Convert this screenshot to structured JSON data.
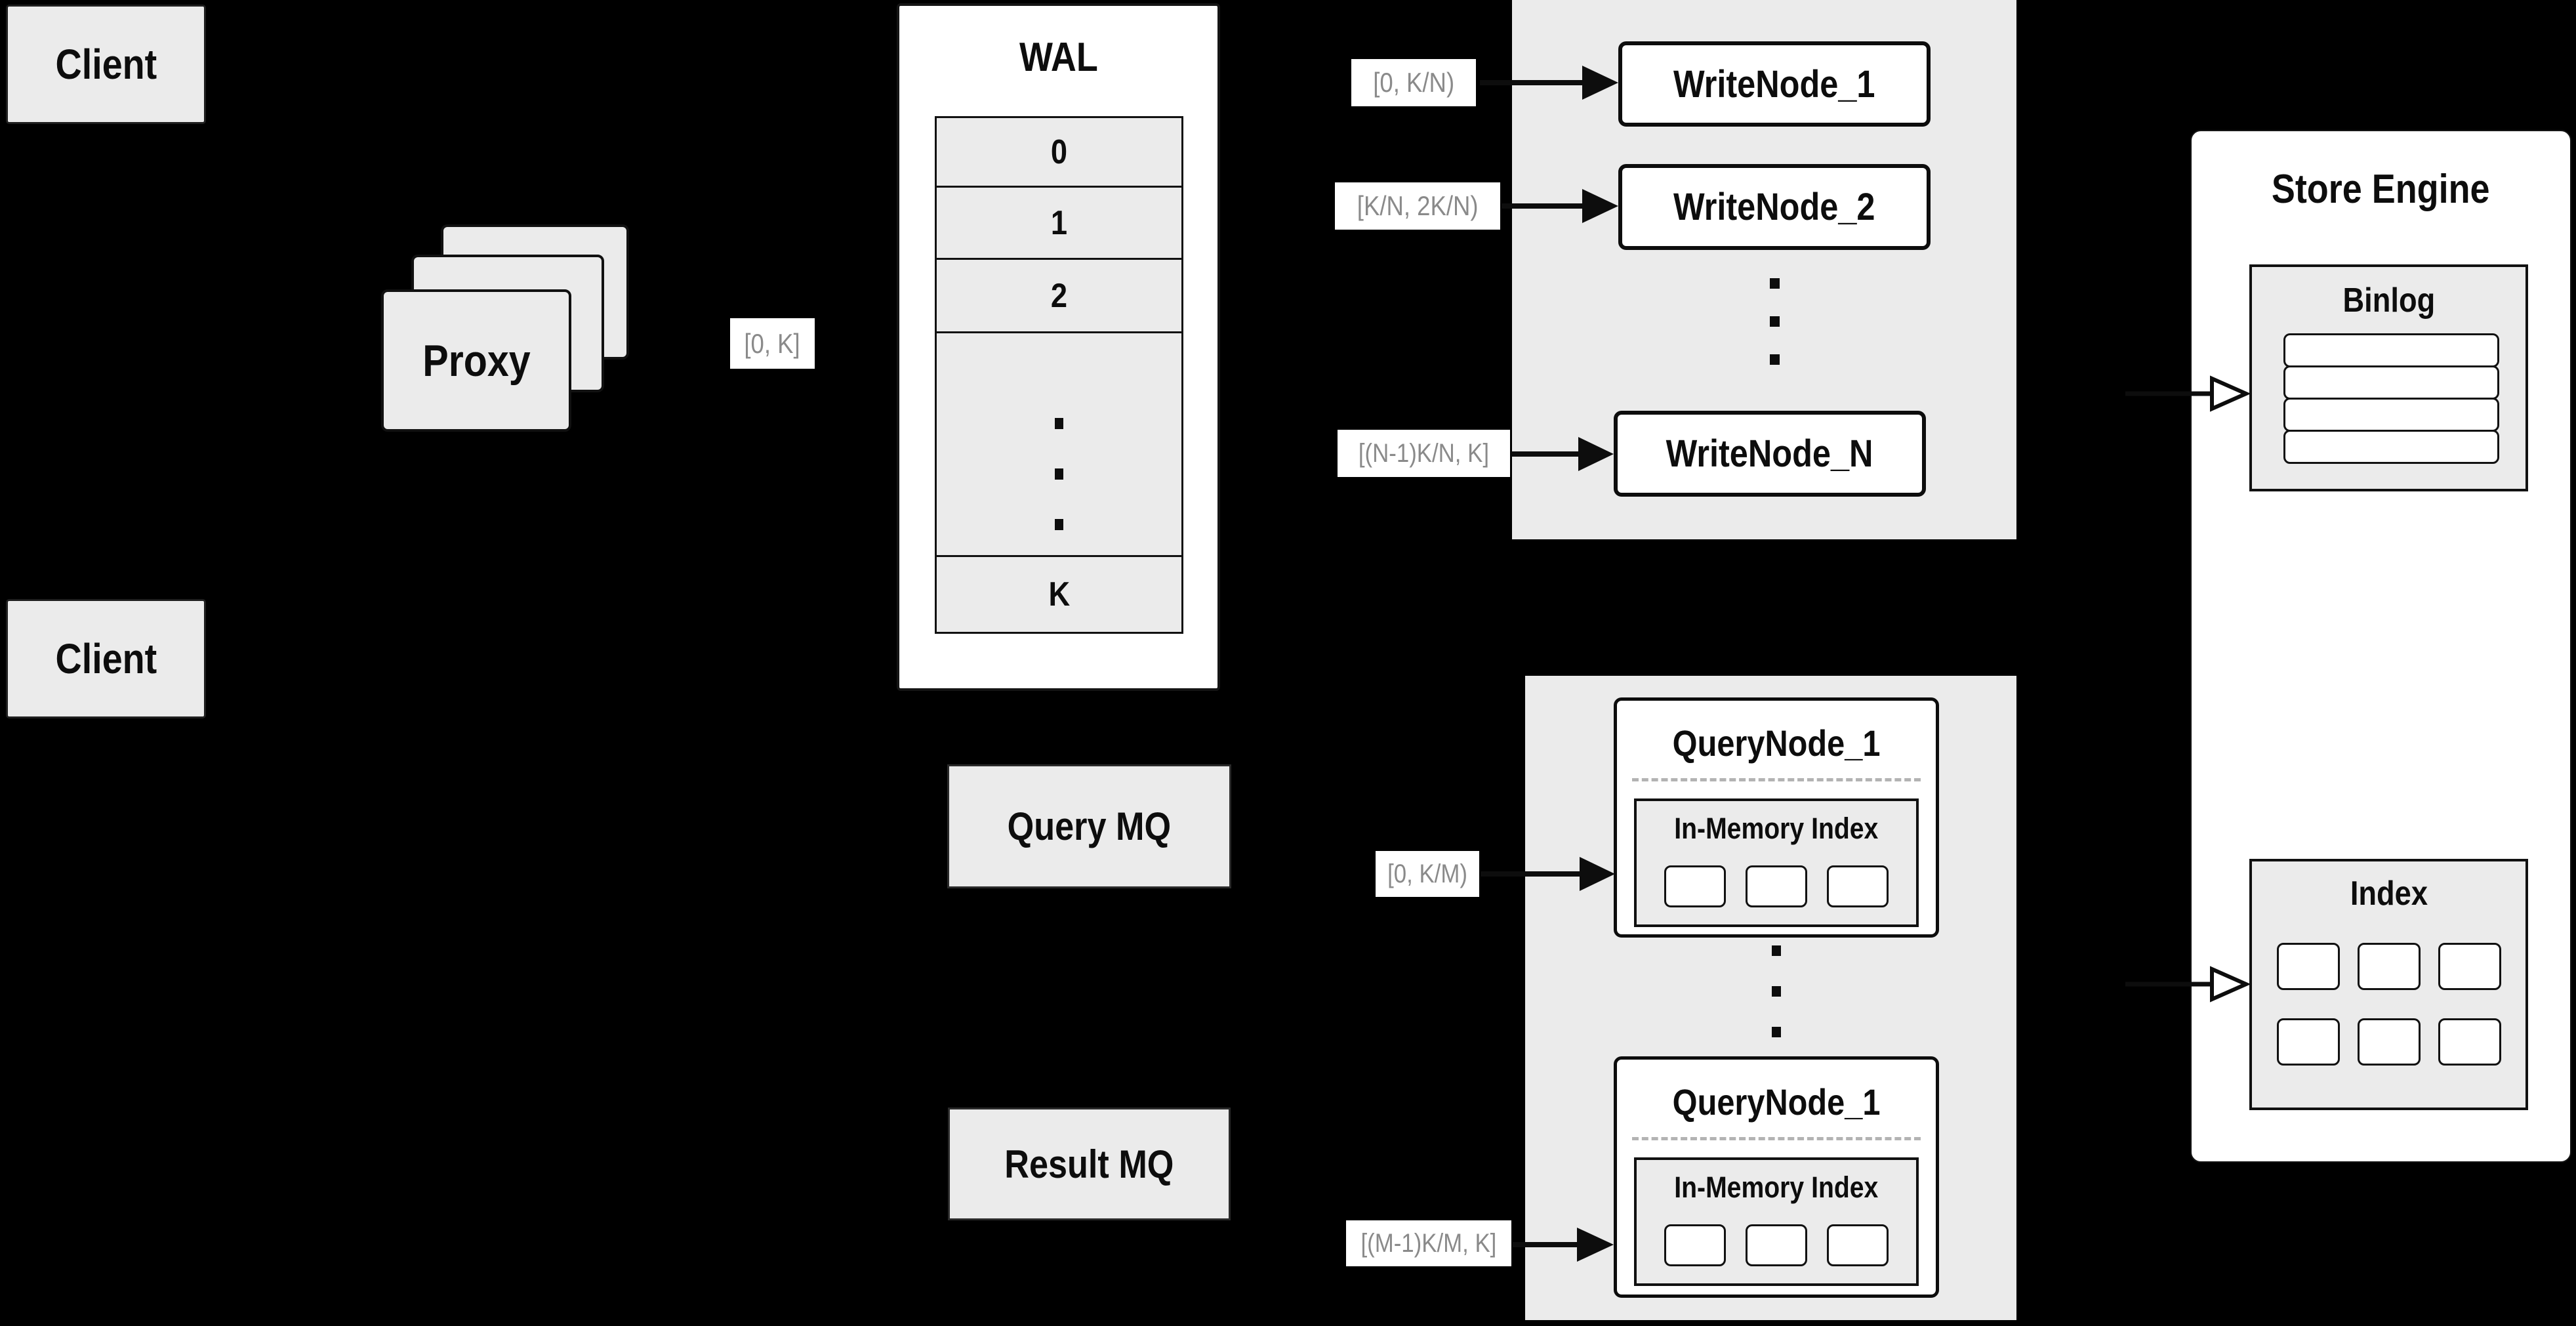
{
  "colors": {
    "background": "#000000",
    "panel_gray": "#ebebeb",
    "box_white": "#ffffff",
    "line_black": "#0d0d0d",
    "range_label_text": "#8a8a8a",
    "dashed_divider": "#b3b3b3"
  },
  "client": {
    "top": "Client",
    "bottom": "Client"
  },
  "proxy": {
    "label": "Proxy"
  },
  "wal": {
    "title": "WAL",
    "rows": [
      "0",
      "1",
      "2"
    ],
    "last": "K"
  },
  "range_labels": {
    "proxy_out": "[0, K]",
    "write_1": "[0,  K/N)",
    "write_2": "[K/N, 2K/N)",
    "write_n": "[(N-1)K/N,  K]",
    "query_1": "[0, K/M)",
    "query_m": "[(M-1)K/M, K]"
  },
  "write_group": {
    "nodes": [
      "WriteNode_1",
      "WriteNode_2",
      "WriteNode_N"
    ]
  },
  "query_group": {
    "nodes": [
      {
        "title": "QueryNode_1",
        "inner_title": "In-Memory Index"
      },
      {
        "title": "QueryNode_1",
        "inner_title": "In-Memory Index"
      }
    ]
  },
  "mq": {
    "query": "Query MQ",
    "result": "Result MQ"
  },
  "store_engine": {
    "title": "Store Engine",
    "binlog_title": "Binlog",
    "index_title": "Index"
  }
}
